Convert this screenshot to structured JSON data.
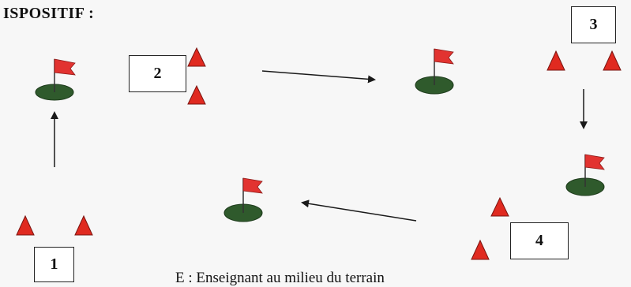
{
  "heading": "ISPOSITIF :",
  "caption": "E : Enseignant au milieu du terrain",
  "stations": [
    {
      "number": "1"
    },
    {
      "number": "2"
    },
    {
      "number": "3"
    },
    {
      "number": "4"
    }
  ],
  "colors": {
    "cone": "#e02a20",
    "green": "#2f5a2c",
    "flag": "#e23330",
    "arrow": "#1a1a1a",
    "box_border": "#222222"
  }
}
